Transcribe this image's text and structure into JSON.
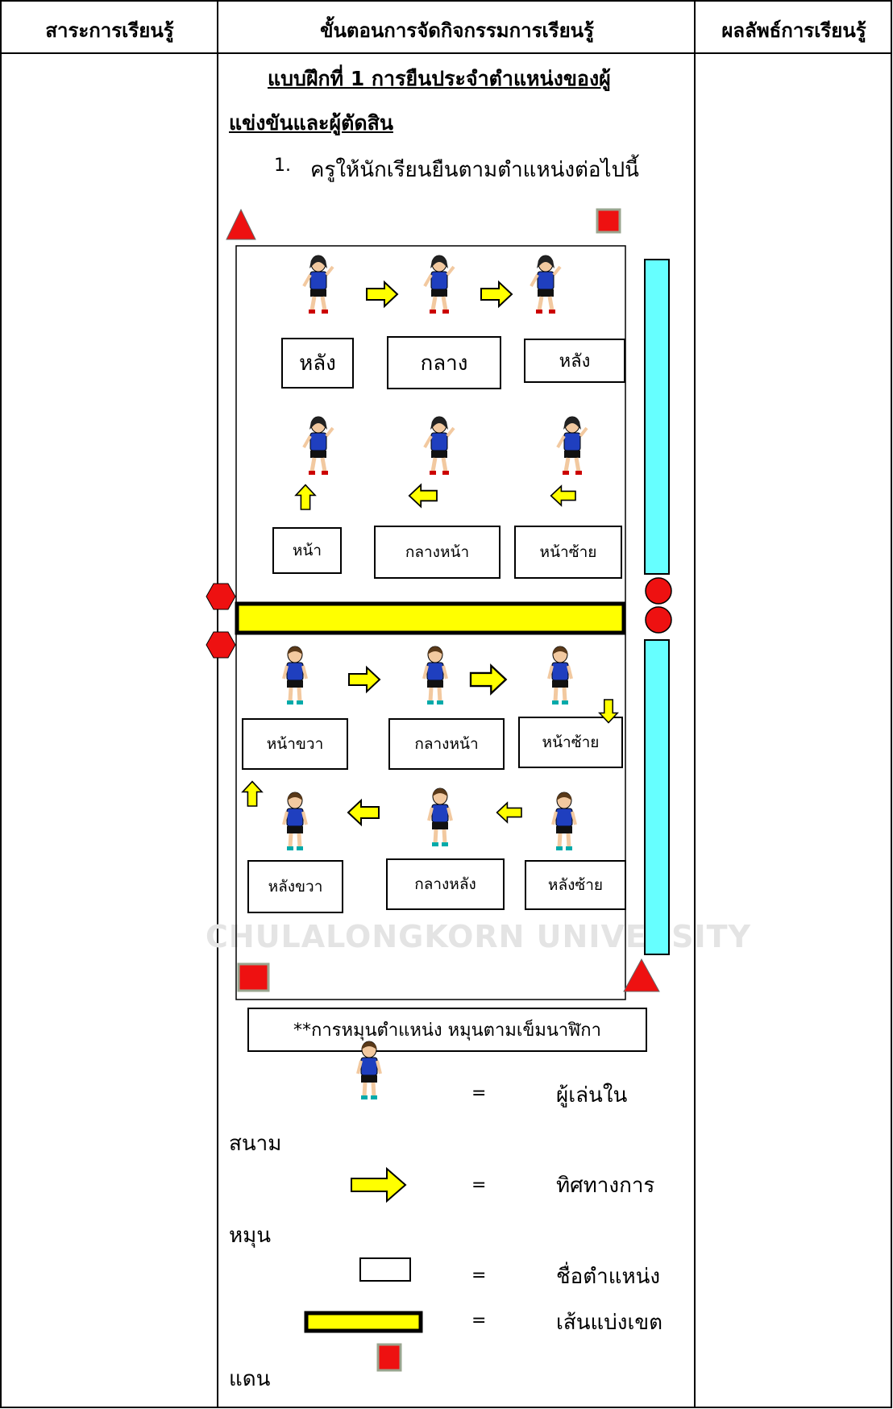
{
  "table": {
    "headers": [
      "สาระการเรียนรู้",
      "ขั้นตอนการจัดกิจกรรมการเรียนรู้",
      "ผลลัพธ์การเรียนรู้"
    ]
  },
  "exercise": {
    "title_line1": "แบบฝึกที่ 1 การยืนประจำตำแหน่งของผู้",
    "title_line2": "แข่งขันและผู้ตัดสิน",
    "step1_num": "1.",
    "step1_text": "ครูให้นักเรียนยืนตามตำแหน่งต่อไปนี้"
  },
  "diagram": {
    "top_row1": [
      "หลัง",
      "กลาง",
      "หลัง"
    ],
    "top_row2": [
      "หน้า",
      "กลางหน้า",
      "หน้าซ้าย"
    ],
    "bottom_row1": [
      "หน้าขวา",
      "กลางหน้า",
      "หน้าซ้าย"
    ],
    "bottom_row2": [
      "หลังขวา",
      "กลางหลัง",
      "หลังซ้าย"
    ],
    "rotation_note": "**การหมุนตำแหน่ง หมุนตามเข็มนาฬิกา",
    "watermark": "CHULALONGKORN UNIVERSITY",
    "colors": {
      "arrow": "#ffff00",
      "net": "#ffff00",
      "referee_red": "#ee1111",
      "antenna": "#66ffff",
      "jersey": "#1f3fbf"
    }
  },
  "legend": {
    "eq": "=",
    "player_text": "ผู้เล่นใน",
    "player_text2": "สนาม",
    "arrow_text": "ทิศทางการ",
    "arrow_text2": "หมุน",
    "box_text": "ชื่อตำแหน่ง",
    "net_text": "เส้นแบ่งเขต",
    "net_text2": "แดน"
  }
}
